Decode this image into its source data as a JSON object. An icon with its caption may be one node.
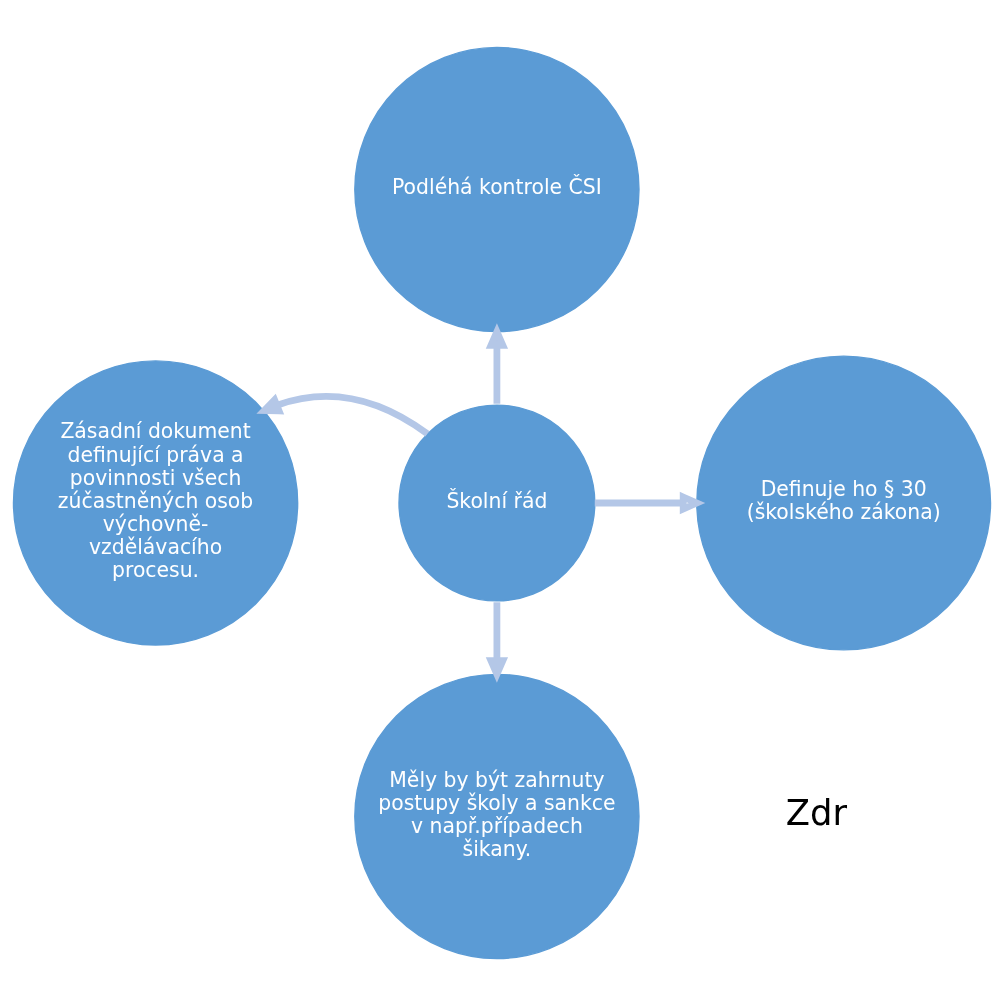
{
  "diagram": {
    "nodes": [
      {
        "text": [
          "Podléhá kontrole ČSI"
        ]
      },
      {
        "text": [
          "Zásadní dokument definující práva a povinnosti všech zúčastněných osob výchovně-vzdělávacího procesu."
        ]
      },
      {
        "text": [
          "Školní řád"
        ]
      },
      {
        "text": [
          "Definuje ho § 30 (školského zákona)"
        ]
      },
      {
        "text": [
          "Měly by být zahrnuty postupy školy a sankce v např.případech šikany."
        ]
      }
    ],
    "edges": [
      {
        "from": 2,
        "to": 0,
        "arrow": "to"
      },
      {
        "from": 2,
        "to": 1,
        "arrow": "to"
      },
      {
        "from": 2,
        "to": 3,
        "arrow": "to"
      },
      {
        "from": 2,
        "to": 4,
        "arrow": "to"
      }
    ],
    "labels": [
      "Zdr"
    ]
  }
}
